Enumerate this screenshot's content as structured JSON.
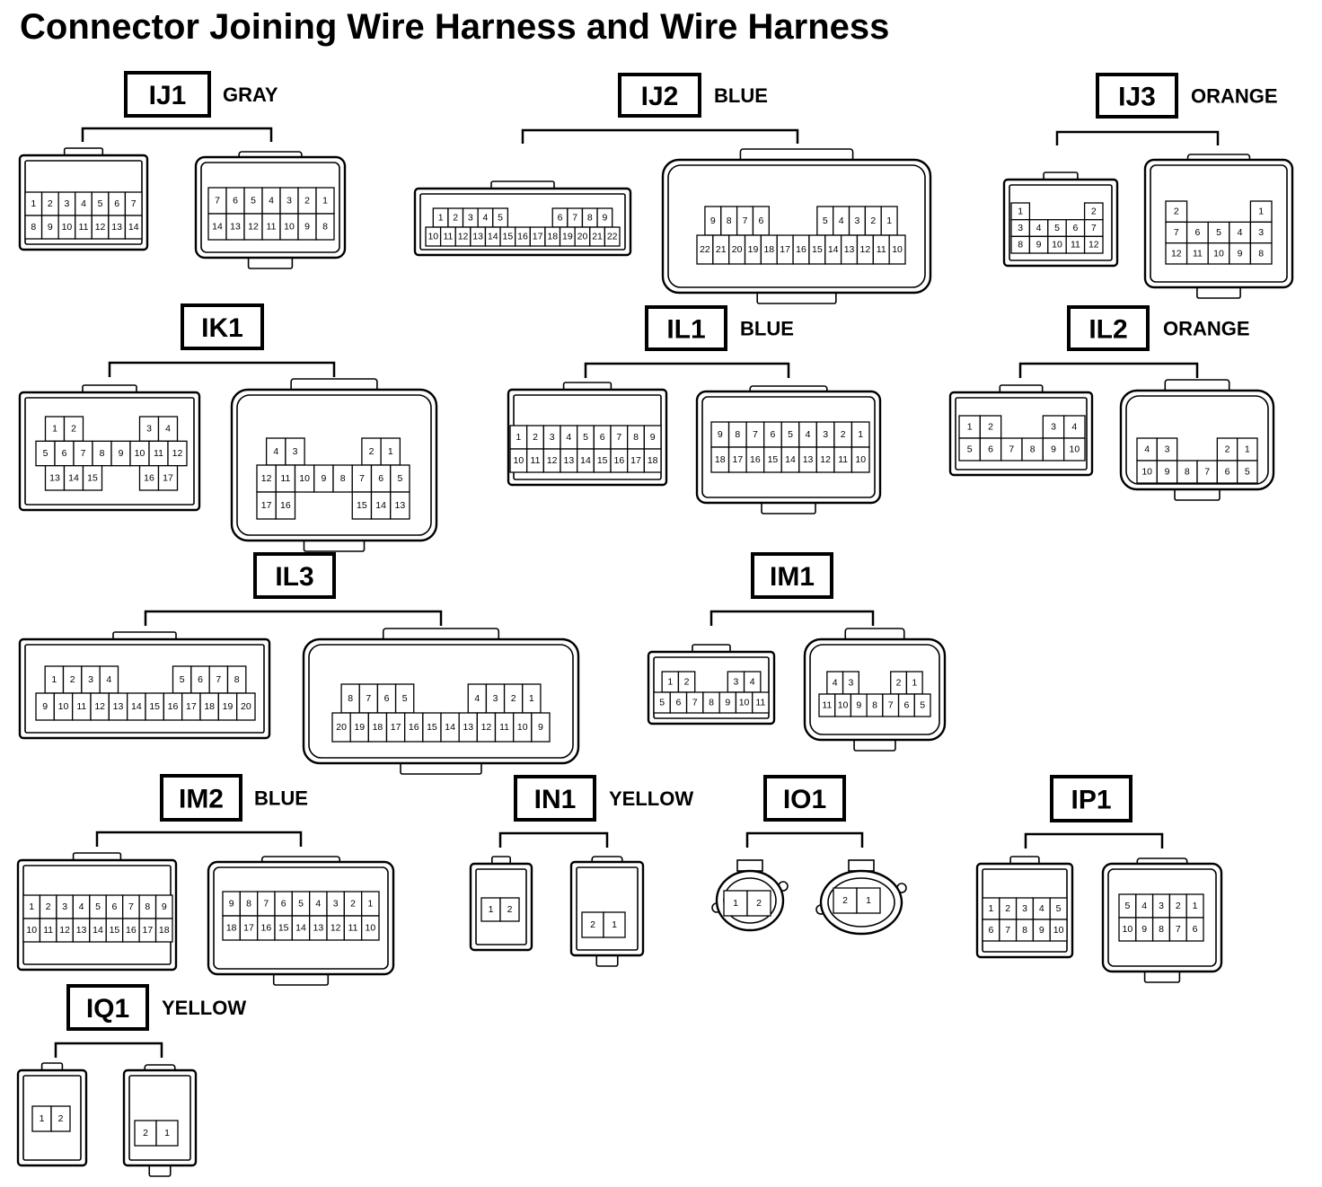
{
  "title": "Connector Joining Wire Harness and Wire Harness",
  "connectors": [
    {
      "code": "IJ1",
      "color": "GRAY",
      "pairs": [
        {
          "rows": [
            [
              "1",
              "2",
              "3",
              "4",
              "5",
              "6",
              "7"
            ],
            [
              "8",
              "9",
              "10",
              "11",
              "12",
              "13",
              "14"
            ]
          ]
        },
        {
          "rows": [
            [
              "7",
              "6",
              "5",
              "4",
              "3",
              "2",
              "1"
            ],
            [
              "14",
              "13",
              "12",
              "11",
              "10",
              "9",
              "8"
            ]
          ]
        }
      ]
    },
    {
      "code": "IJ2",
      "color": "BLUE",
      "pairs": [
        {
          "rows": [
            [
              "1",
              "2",
              "3",
              "4",
              "5",
              "",
              "",
              "",
              "6",
              "7",
              "8",
              "9"
            ],
            [
              "10",
              "11",
              "12",
              "13",
              "14",
              "15",
              "16",
              "17",
              "18",
              "19",
              "20",
              "21",
              "22"
            ]
          ]
        },
        {
          "rows": [
            [
              "9",
              "8",
              "7",
              "6",
              "",
              "",
              "",
              "5",
              "4",
              "3",
              "2",
              "1"
            ],
            [
              "22",
              "21",
              "20",
              "19",
              "18",
              "17",
              "16",
              "15",
              "14",
              "13",
              "12",
              "11",
              "10"
            ]
          ]
        }
      ]
    },
    {
      "code": "IJ3",
      "color": "ORANGE",
      "pairs": [
        {
          "rows": [
            [
              "1",
              "",
              "",
              "",
              "2"
            ],
            [
              "3",
              "4",
              "5",
              "6",
              "7"
            ],
            [
              "8",
              "9",
              "10",
              "11",
              "12"
            ]
          ]
        },
        {
          "rows": [
            [
              "2",
              "",
              "",
              "",
              "1"
            ],
            [
              "7",
              "6",
              "5",
              "4",
              "3"
            ],
            [
              "12",
              "11",
              "10",
              "9",
              "8"
            ]
          ]
        }
      ]
    },
    {
      "code": "IK1",
      "color": "",
      "pairs": [
        {
          "rows": [
            [
              "1",
              "2",
              "",
              "",
              "",
              "3",
              "4"
            ],
            [
              "5",
              "6",
              "7",
              "8",
              "9",
              "10",
              "11",
              "12"
            ],
            [
              "13",
              "14",
              "15",
              "",
              "",
              "16",
              "17"
            ]
          ]
        },
        {
          "rows": [
            [
              "4",
              "3",
              "",
              "",
              "",
              "2",
              "1"
            ],
            [
              "12",
              "11",
              "10",
              "9",
              "8",
              "7",
              "6",
              "5"
            ],
            [
              "17",
              "16",
              "",
              "",
              "",
              "15",
              "14",
              "13"
            ]
          ]
        }
      ]
    },
    {
      "code": "IL1",
      "color": "BLUE",
      "pairs": [
        {
          "rows": [
            [
              "1",
              "2",
              "3",
              "4",
              "5",
              "6",
              "7",
              "8",
              "9"
            ],
            [
              "10",
              "11",
              "12",
              "13",
              "14",
              "15",
              "16",
              "17",
              "18"
            ]
          ]
        },
        {
          "rows": [
            [
              "9",
              "8",
              "7",
              "6",
              "5",
              "4",
              "3",
              "2",
              "1"
            ],
            [
              "18",
              "17",
              "16",
              "15",
              "14",
              "13",
              "12",
              "11",
              "10"
            ]
          ]
        }
      ]
    },
    {
      "code": "IL2",
      "color": "ORANGE",
      "pairs": [
        {
          "rows": [
            [
              "1",
              "2",
              "",
              "",
              "3",
              "4"
            ],
            [
              "5",
              "6",
              "7",
              "8",
              "9",
              "10"
            ]
          ]
        },
        {
          "rows": [
            [
              "4",
              "3",
              "",
              "",
              "2",
              "1"
            ],
            [
              "10",
              "9",
              "8",
              "7",
              "6",
              "5"
            ]
          ]
        }
      ]
    },
    {
      "code": "IL3",
      "color": "",
      "pairs": [
        {
          "rows": [
            [
              "1",
              "2",
              "3",
              "4",
              "",
              "",
              "",
              "5",
              "6",
              "7",
              "8"
            ],
            [
              "9",
              "10",
              "11",
              "12",
              "13",
              "14",
              "15",
              "16",
              "17",
              "18",
              "19",
              "20"
            ]
          ]
        },
        {
          "rows": [
            [
              "8",
              "7",
              "6",
              "5",
              "",
              "",
              "",
              "4",
              "3",
              "2",
              "1"
            ],
            [
              "20",
              "19",
              "18",
              "17",
              "16",
              "15",
              "14",
              "13",
              "12",
              "11",
              "10",
              "9"
            ]
          ]
        }
      ]
    },
    {
      "code": "IM1",
      "color": "",
      "pairs": [
        {
          "rows": [
            [
              "1",
              "2",
              "",
              "",
              "3",
              "4"
            ],
            [
              "5",
              "6",
              "7",
              "8",
              "9",
              "10",
              "11"
            ]
          ]
        },
        {
          "rows": [
            [
              "4",
              "3",
              "",
              "",
              "2",
              "1"
            ],
            [
              "11",
              "10",
              "9",
              "8",
              "7",
              "6",
              "5"
            ]
          ]
        }
      ]
    },
    {
      "code": "IM2",
      "color": "BLUE",
      "pairs": [
        {
          "rows": [
            [
              "1",
              "2",
              "3",
              "4",
              "5",
              "6",
              "7",
              "8",
              "9"
            ],
            [
              "10",
              "11",
              "12",
              "13",
              "14",
              "15",
              "16",
              "17",
              "18"
            ]
          ]
        },
        {
          "rows": [
            [
              "9",
              "8",
              "7",
              "6",
              "5",
              "4",
              "3",
              "2",
              "1"
            ],
            [
              "18",
              "17",
              "16",
              "15",
              "14",
              "13",
              "12",
              "11",
              "10"
            ]
          ]
        }
      ]
    },
    {
      "code": "IN1",
      "color": "YELLOW",
      "pairs": [
        {
          "rows": [
            [
              "1",
              "2"
            ]
          ]
        },
        {
          "rows": [
            [
              "2",
              "1"
            ]
          ]
        }
      ]
    },
    {
      "code": "IO1",
      "color": "",
      "pairs": [
        {
          "rows": [
            [
              "1",
              "2"
            ]
          ]
        },
        {
          "rows": [
            [
              "2",
              "1"
            ]
          ]
        }
      ]
    },
    {
      "code": "IP1",
      "color": "",
      "pairs": [
        {
          "rows": [
            [
              "1",
              "2",
              "3",
              "4",
              "5"
            ],
            [
              "6",
              "7",
              "8",
              "9",
              "10"
            ]
          ]
        },
        {
          "rows": [
            [
              "5",
              "4",
              "3",
              "2",
              "1"
            ],
            [
              "10",
              "9",
              "8",
              "7",
              "6"
            ]
          ]
        }
      ]
    },
    {
      "code": "IQ1",
      "color": "YELLOW",
      "pairs": [
        {
          "rows": [
            [
              "1",
              "2"
            ]
          ]
        },
        {
          "rows": [
            [
              "2",
              "1"
            ]
          ]
        }
      ]
    }
  ]
}
